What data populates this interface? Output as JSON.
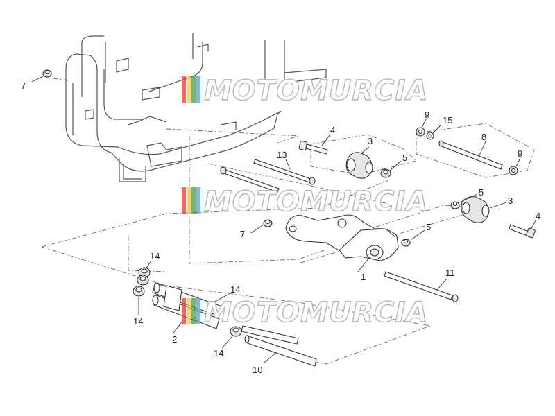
{
  "watermark": {
    "text": "MOTOMURCIA",
    "stripe_colors": [
      "#e53935",
      "#f2c94c",
      "#43a047",
      "#4fa3d8"
    ]
  },
  "callouts": [
    {
      "id": "c1",
      "text": "1"
    },
    {
      "id": "c2",
      "text": "2"
    },
    {
      "id": "c3a",
      "text": "3"
    },
    {
      "id": "c3b",
      "text": "3"
    },
    {
      "id": "c4a",
      "text": "4"
    },
    {
      "id": "c4b",
      "text": "4"
    },
    {
      "id": "c5a",
      "text": "5"
    },
    {
      "id": "c5b",
      "text": "5"
    },
    {
      "id": "c5c",
      "text": "5"
    },
    {
      "id": "c7a",
      "text": "7"
    },
    {
      "id": "c7b",
      "text": "7"
    },
    {
      "id": "c8",
      "text": "8"
    },
    {
      "id": "c9a",
      "text": "9"
    },
    {
      "id": "c9b",
      "text": "9"
    },
    {
      "id": "c10",
      "text": "10"
    },
    {
      "id": "c11",
      "text": "11"
    },
    {
      "id": "c13",
      "text": "13"
    },
    {
      "id": "c14a",
      "text": "14"
    },
    {
      "id": "c14b",
      "text": "14"
    },
    {
      "id": "c14c",
      "text": "14"
    },
    {
      "id": "c14d",
      "text": "14"
    },
    {
      "id": "c15",
      "text": "15"
    }
  ]
}
